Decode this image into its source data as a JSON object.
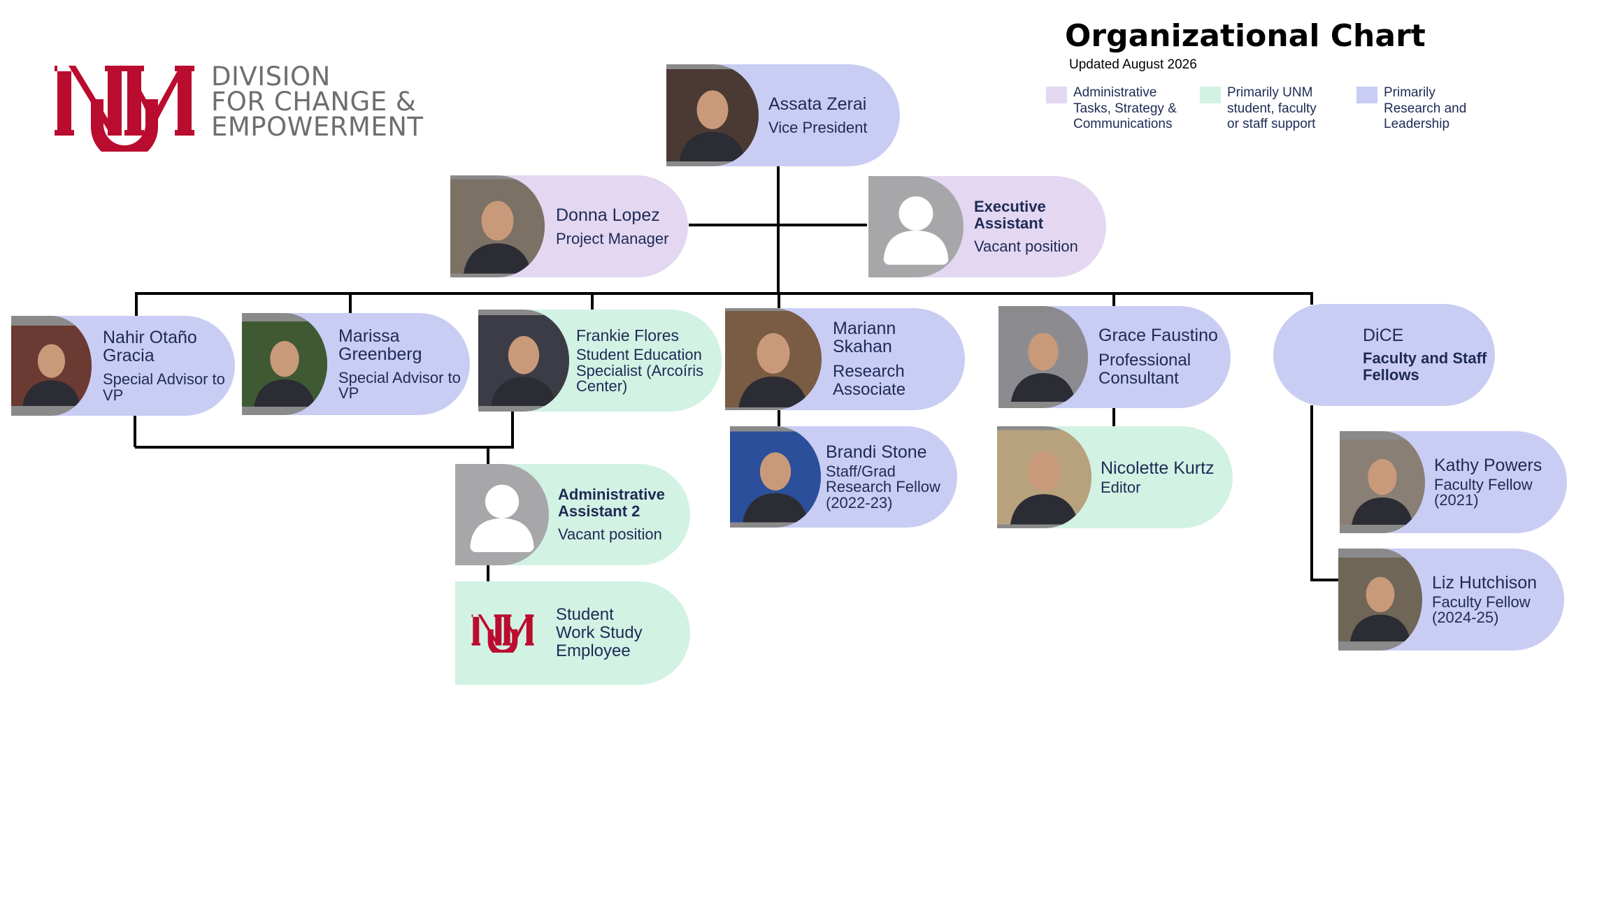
{
  "header": {
    "title": "Organizational Chart",
    "updated": "Updated August 2026",
    "division_lines": [
      "DIVISION",
      "FOR CHANGE &",
      "EMPOWERMENT"
    ],
    "logo_letters": "UNM"
  },
  "legend": [
    {
      "text": "Administrative Tasks, Strategy & Communications",
      "color": "#e3d7f1"
    },
    {
      "text": "Primarily UNM student, faculty or staff support",
      "color": "#d2f2e4"
    },
    {
      "text": "Primarily Research and Leadership",
      "color": "#c9cdf4"
    }
  ],
  "colors": {
    "purple": "#e3d7f1",
    "lavender": "#c9cdf4",
    "mint": "#d2f2e4",
    "line": "#000000",
    "unm_red": "#ba0c2f"
  },
  "people": {
    "zerai": {
      "name": "Assata Zerai",
      "role": "Vice President"
    },
    "lopez": {
      "name": "Donna Lopez",
      "role": "Project Manager"
    },
    "exec": {
      "name": "Executive Assistant",
      "role": "Vacant position"
    },
    "gracia": {
      "name": "Nahir Otaño Gracia",
      "role": "Special Advisor to VP"
    },
    "greenberg": {
      "name": "Marissa Greenberg",
      "role": "Special Advisor to VP"
    },
    "flores": {
      "name": "Frankie Flores",
      "role": "Student Education Specialist (Arcoíris Center)"
    },
    "skahan": {
      "name": "Mariann Skahan",
      "role": "Research Associate"
    },
    "faustino": {
      "name": "Grace Faustino",
      "role": "Professional Consultant"
    },
    "dice": {
      "name": "DiCE",
      "role": "Faculty and Staff Fellows"
    },
    "admin2": {
      "name": "Administrative Assistant 2",
      "role": "Vacant position"
    },
    "student": {
      "name": "Student Work Study Employee"
    },
    "stone": {
      "name": "Brandi Stone",
      "role": "Staff/Grad Research Fellow (2022-23)"
    },
    "kurtz": {
      "name": "Nicolette Kurtz",
      "role": "Editor"
    },
    "powers": {
      "name": "Kathy Powers",
      "role": "Faculty Fellow (2021)"
    },
    "hutchison": {
      "name": "Liz Hutchison",
      "role": "Faculty Fellow (2024-25)"
    }
  }
}
